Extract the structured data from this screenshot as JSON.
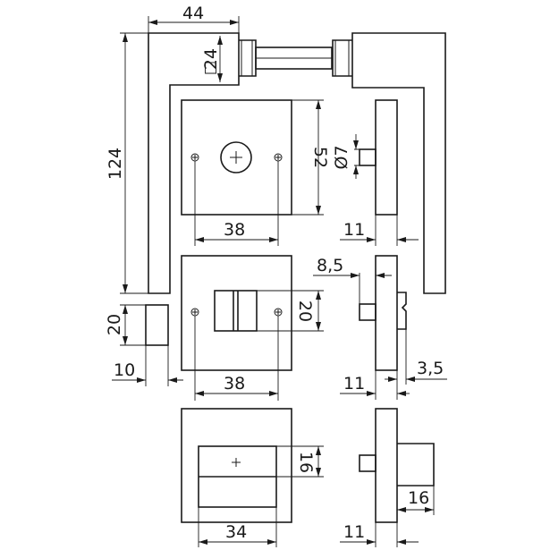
{
  "dimensions": {
    "handle_width": "44",
    "rose_square": "24",
    "square_symbol": "□",
    "total_height": "124",
    "rose_size": "52",
    "spindle_diameter": "Ø7",
    "screw_spacing_top": "38",
    "rose_depth_top": "11",
    "offset": "8,5",
    "latch_height": "20",
    "turn_width": "20",
    "lever_depth": "10",
    "screw_spacing_mid": "38",
    "rose_depth_mid": "11",
    "indicator_depth": "3,5",
    "escutcheon_height": "16",
    "escutcheon_width": "34",
    "rose_depth_bottom": "11",
    "cylinder_depth": "16"
  },
  "colors": {
    "line": "#1a1a1a",
    "background": "#ffffff"
  }
}
